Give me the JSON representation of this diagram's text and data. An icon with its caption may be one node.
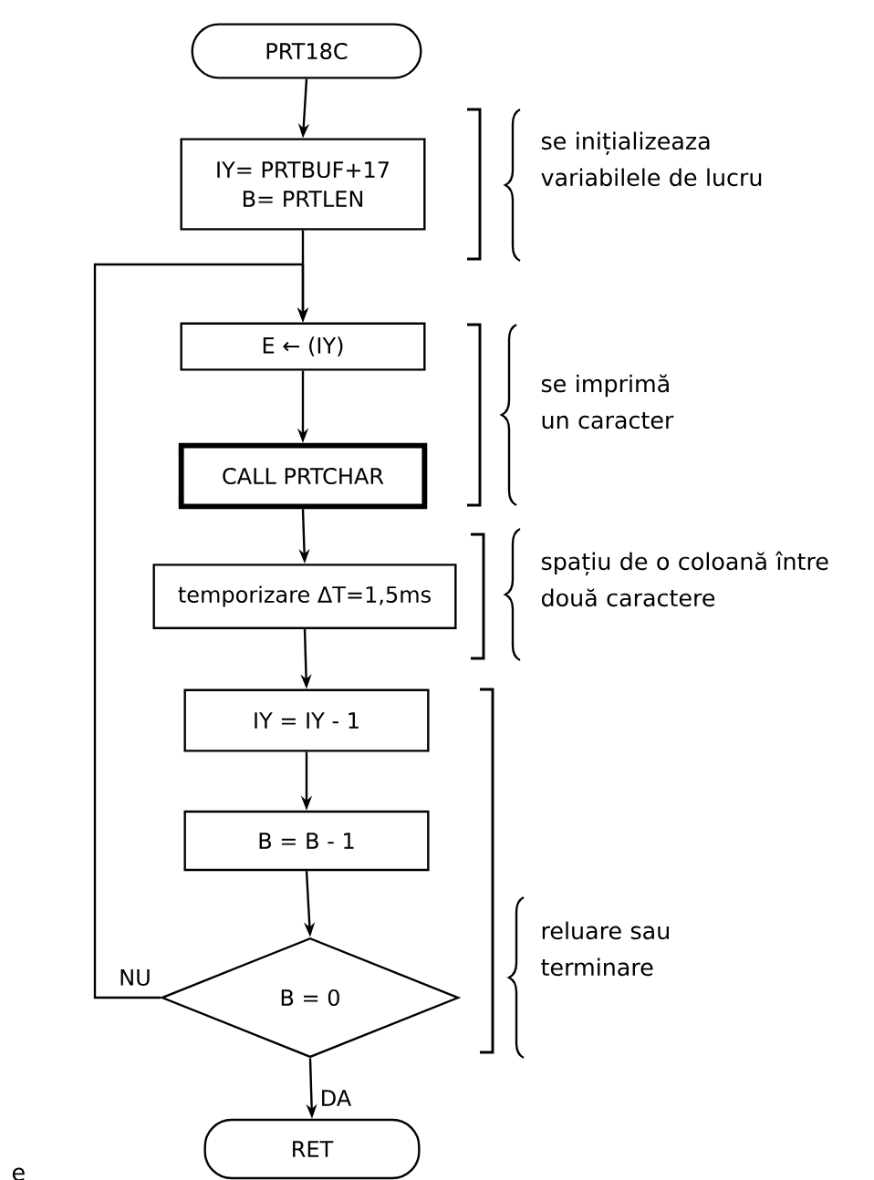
{
  "diagram": {
    "nodes": [
      {
        "text": [
          "PRT18C"
        ]
      },
      {
        "text": [
          "IY= PRTBUF+17",
          "B= PRTLEN"
        ]
      },
      {
        "text": [
          "E ← (IY)"
        ]
      },
      {
        "text": [
          "CALL PRTCHAR"
        ]
      },
      {
        "text": [
          "temporizare ΔT=1,5ms"
        ]
      },
      {
        "text": [
          "IY = IY - 1"
        ]
      },
      {
        "text": [
          "B = B - 1"
        ]
      },
      {
        "text": [
          "B = 0"
        ]
      },
      {
        "text": [
          "RET"
        ]
      }
    ],
    "edges": [
      {
        "from": 0,
        "to": 1,
        "arrow": "to"
      },
      {
        "from": 1,
        "to": 2,
        "arrow": "to"
      },
      {
        "from": 2,
        "to": 3,
        "arrow": "to"
      },
      {
        "from": 3,
        "to": 4,
        "arrow": "to"
      },
      {
        "from": 4,
        "to": 5,
        "arrow": "to"
      },
      {
        "from": 5,
        "to": 6,
        "arrow": "to"
      },
      {
        "from": 6,
        "to": 7,
        "arrow": "to"
      },
      {
        "from": 7,
        "to": 8,
        "arrow": "to",
        "label": "DA"
      },
      {
        "from": 7,
        "to": 2,
        "arrow": "to",
        "label": "NU"
      }
    ],
    "labels": [
      "se inițializeaza variabilele de lucru",
      "se imprimă un caracter",
      "spațiu de o coloană între două caractere",
      "reluare sau terminare",
      "e"
    ]
  }
}
